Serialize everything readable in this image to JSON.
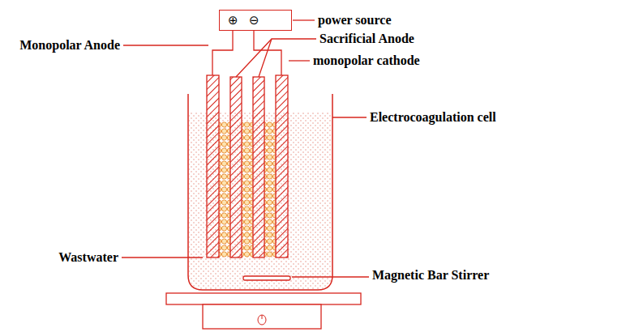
{
  "diagram": {
    "nodes": [
      {
        "text": [
          "⊕",
          "⊖"
        ]
      }
    ],
    "labels": [
      "power source",
      "Monopolar Anode",
      "Sacrificial Anode",
      "monopolar cathode",
      "Electrocoagulation cell",
      "Wastwater",
      "Magnetic Bar Stirrer"
    ]
  }
}
